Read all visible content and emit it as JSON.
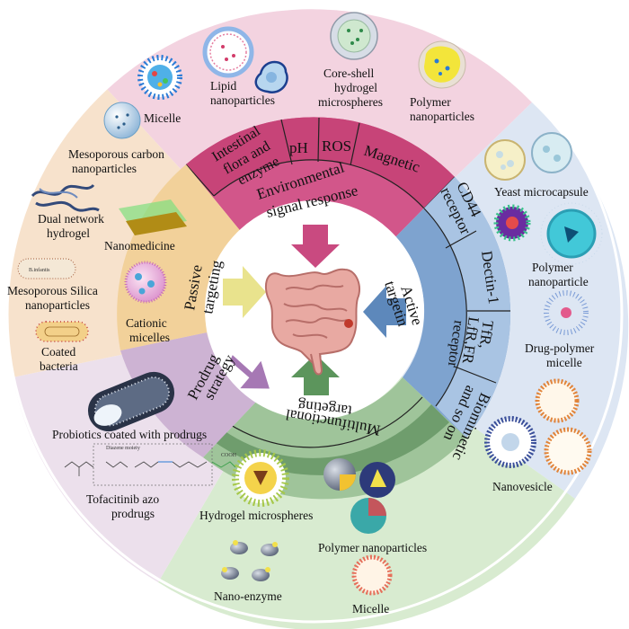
{
  "center": {
    "icon": "intestine-icon"
  },
  "sectors": {
    "environmental": {
      "title_line1": "Environmental",
      "title_line2": "signal response",
      "subs": [
        "Intestinal",
        "flora and",
        "enzyme",
        "pH",
        "ROS",
        "Magnetic"
      ],
      "carriers": {
        "micelle": "Micelle",
        "lipid_line1": "Lipid",
        "lipid_line2": "nanoparticles",
        "coreshell_line1": "Core-shell",
        "coreshell_line2": "hydrogel",
        "coreshell_line3": "microspheres",
        "polymer_line1": "Polymer",
        "polymer_line2": "nanoparticles"
      },
      "color": "#f3d3e0"
    },
    "active": {
      "title_line1": "Active",
      "title_line2": "targetin",
      "subs": [
        "CD44",
        "receptor",
        "Dectin-1",
        "TfR,",
        "LfR,FR",
        "receptor",
        "Biomimetic",
        "and so on"
      ],
      "carriers": {
        "yeast": "Yeast microcapsule",
        "polymer_line1": "Polymer",
        "polymer_line2": "nanoparticle",
        "drug_line1": "Drug-polymer",
        "drug_line2": "micelle",
        "nanovesicle": "Nanovesicle"
      },
      "color": "#dde6f3"
    },
    "multifunctional": {
      "title_line1": "Multifunctional",
      "title_line2": "targeting",
      "carriers": {
        "hydrogel": "Hydrogel microspheres",
        "polymer": "Polymer nanoparticles",
        "nanoenzyme": "Nano-enzyme",
        "micelle": "Micelle"
      },
      "color": "#d8ebd0"
    },
    "prodrug": {
      "title_line1": "Prodrug",
      "title_line2": "strategy",
      "carriers": {
        "probiotics": "Probiotics coated with prodrugs",
        "tofa_line1": "Tofacitinib azo",
        "tofa_line2": "prodrugs"
      },
      "color": "#ece0ec"
    },
    "passive": {
      "title_line1": "Passive",
      "title_line2": "targeting",
      "carriers": {
        "mesocarbon_line1": "Mesoporous carbon",
        "mesocarbon_line2": "nanoparticles",
        "dual_line1": "Dual network",
        "dual_line2": "hydrogel",
        "nanomed": "Nanomedicine",
        "silica_line1": "Mesoporous Silica",
        "silica_line2": "nanoparticles",
        "cationic_line1": "Cationic",
        "cationic_line2": "micelles",
        "coated_line1": "Coated",
        "coated_line2": "bacteria",
        "binfantis": "B.infantis"
      },
      "color": "#f7e2cc"
    }
  },
  "molecule": {
    "caption": "Diazene moiety",
    "group": "COOH"
  }
}
